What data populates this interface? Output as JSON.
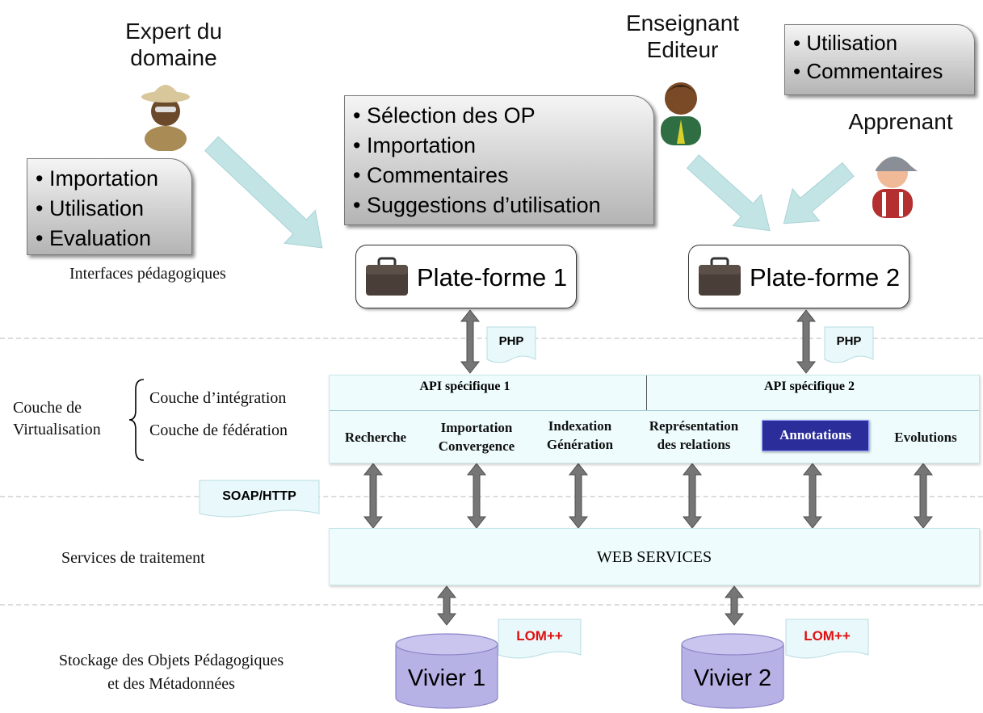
{
  "actors": {
    "expert": {
      "line1": "Expert du",
      "line2": "domaine"
    },
    "enseignant": {
      "line1": "Enseignant",
      "line2": "Editeur"
    },
    "apprenant": {
      "label": "Apprenant"
    }
  },
  "boxes": {
    "expert_actions": [
      "Importation",
      "Utilisation",
      "Evaluation"
    ],
    "enseignant_actions": [
      "Sélection des OP",
      "Importation",
      "Commentaires",
      "Suggestions d’utilisation"
    ],
    "apprenant_actions": [
      "Utilisation",
      "Commentaires"
    ]
  },
  "platforms": {
    "p1": "Plate-forme 1",
    "p2": "Plate-forme 2"
  },
  "layers": {
    "interfaces": "Interfaces pédagogiques",
    "virtualisation_line1": "Couche de",
    "virtualisation_line2": "Virtualisation",
    "integration": "Couche d’intégration",
    "federation": "Couche de fédération",
    "services": "Services de traitement",
    "stockage_line1": "Stockage des Objets Pédagogiques",
    "stockage_line2": "et des Métadonnées"
  },
  "protocols": {
    "php": "PHP",
    "soap": "SOAP/HTTP",
    "lom": "LOM++"
  },
  "api": {
    "api1": "API spécifique 1",
    "api2": "API spécifique 2"
  },
  "federation_modules": {
    "recherche": "Recherche",
    "importation_1": "Importation",
    "importation_2": "Convergence",
    "indexation_1": "Indexation",
    "indexation_2": "Génération",
    "representation_1": "Représentation",
    "representation_2": "des relations",
    "annotations": "Annotations",
    "evolutions": "Evolutions"
  },
  "web_services": "WEB SERVICES",
  "viviers": {
    "v1": "Vivier 1",
    "v2": "Vivier 2"
  },
  "colors": {
    "layer_fill": "#eefcfd",
    "layer_border": "#c9e6ea",
    "arrow_fill": "#c2e4e5",
    "annotations_fill": "#2b2e9a",
    "cylinder_fill": "#b7b2e6",
    "lom_text": "#e01010",
    "note_fill": "#e9f8fa"
  }
}
